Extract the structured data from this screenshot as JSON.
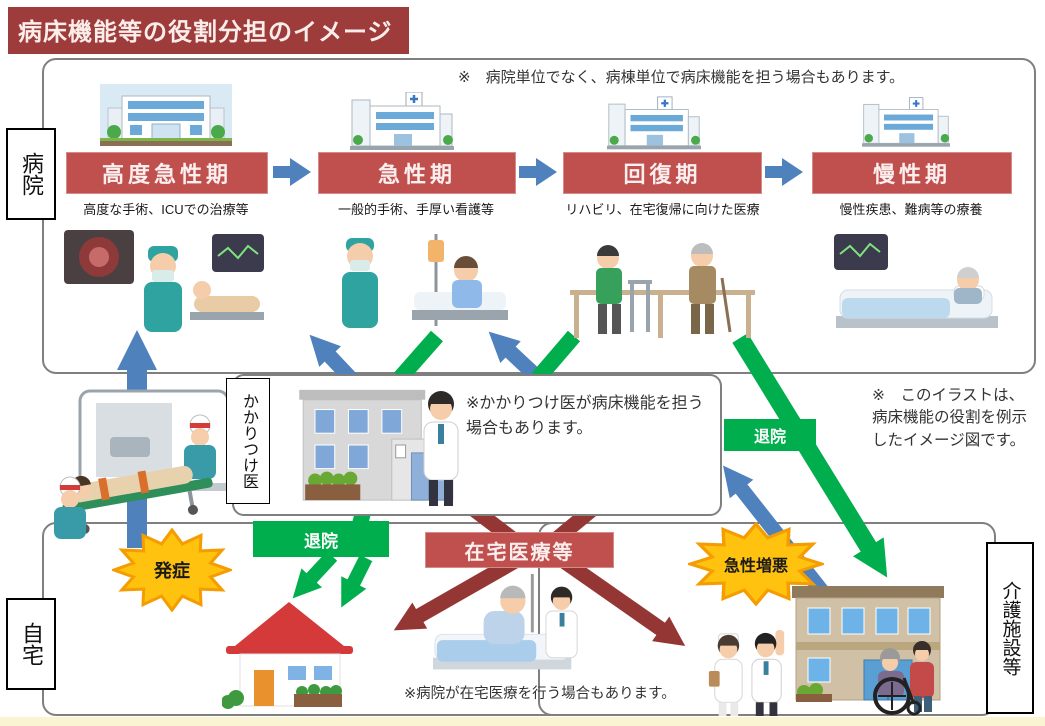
{
  "title": "病床機能等の役割分担のイメージ",
  "hospital_section": {
    "label": "病院",
    "note": "※　病院単位でなく、病棟単位で病床機能を担う場合もあります。",
    "stages": [
      {
        "name": "高度急性期",
        "description": "高度な手術、ICUでの治療等"
      },
      {
        "name": "急性期",
        "description": "一般的手術、手厚い看護等"
      },
      {
        "name": "回復期",
        "description": "リハビリ、在宅復帰に向けた医療"
      },
      {
        "name": "慢性期",
        "description": "慢性疾患、難病等の療養"
      }
    ]
  },
  "middle_section": {
    "family_doctor_label": "かかりつけ医",
    "family_doctor_note": "※かかりつけ医が病床機能を担う場合もあります。",
    "illustration_note": "※　このイラストは、病床機能の役割を例示したイメージ図です。"
  },
  "flows": {
    "onset": "発症",
    "discharge_home": "退院",
    "home_medical": "在宅医療等",
    "acute_worsening": "急性増悪",
    "discharge_facility": "退院"
  },
  "bottom_section": {
    "home_label": "自宅",
    "facility_label": "介護施設等",
    "home_medical_note": "※病院が在宅医療を行う場合もあります。"
  },
  "colors": {
    "title_bg": "#9E3B3B",
    "stage_bg": "#C0504D",
    "admission_blue": "#4F81BD",
    "discharge_green": "#00AE4D",
    "home_medical_red": "#943634",
    "event_yellow": "#FFC20E",
    "border_gray": "#7F7F7F"
  }
}
